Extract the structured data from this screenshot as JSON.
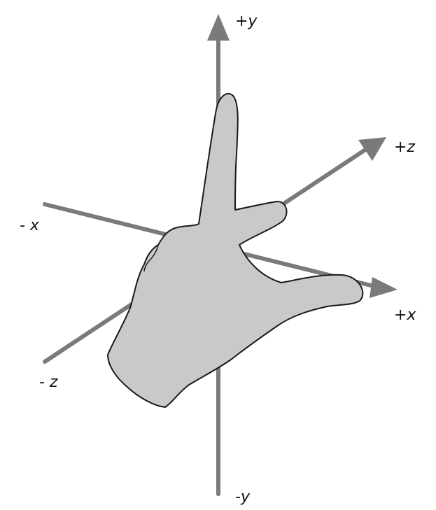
{
  "diagram": {
    "labels": {
      "pos_y": "+y",
      "neg_y": "-y",
      "pos_z": "+z",
      "neg_z": "- z",
      "pos_x": "+x",
      "neg_x": "- x"
    },
    "colors": {
      "axis": "#7a7a7a",
      "hand_fill": "#c9c9c9",
      "hand_outline": "#1a1a1a",
      "label": "#111111",
      "background": "#ffffff"
    }
  }
}
